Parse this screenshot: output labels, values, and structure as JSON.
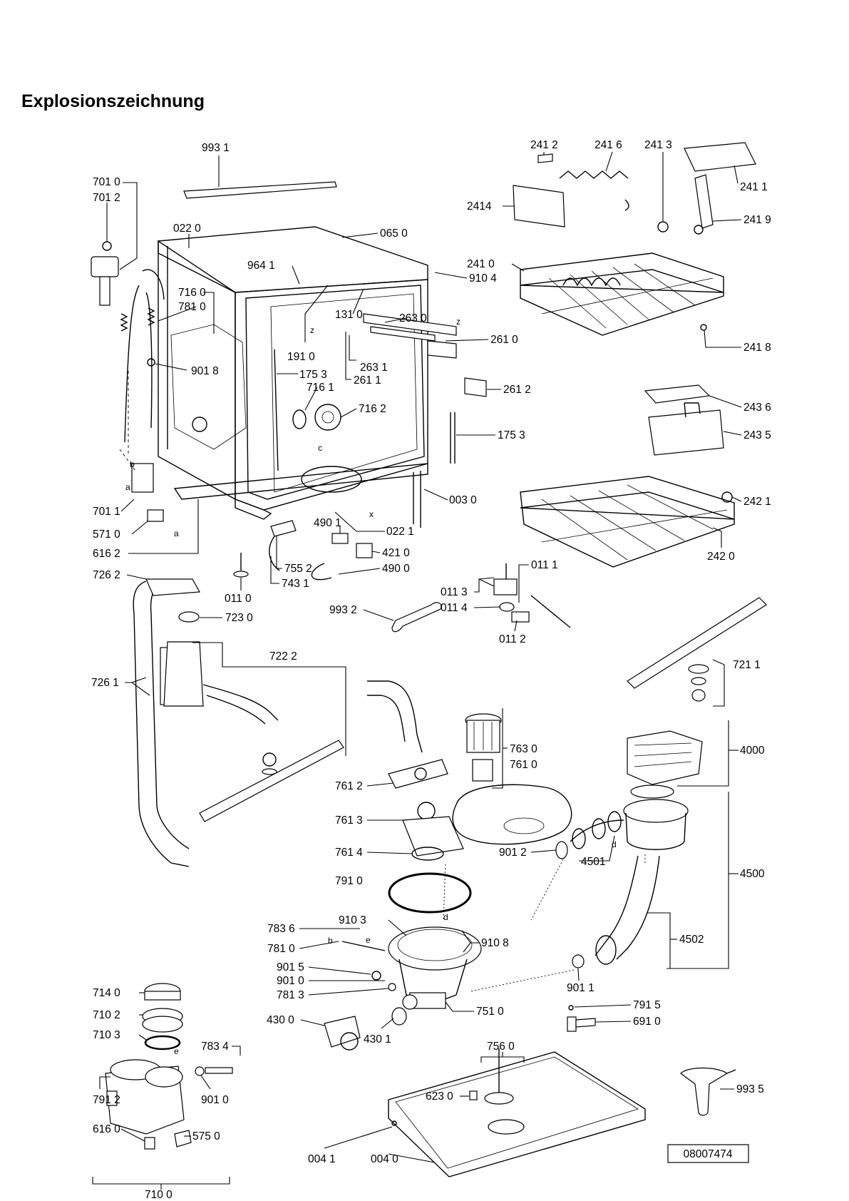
{
  "title": "Explosionszeichnung",
  "doc_number": "08007474",
  "letters": [
    "b",
    "a",
    "a",
    "c",
    "x",
    "z",
    "z",
    "e",
    "b",
    "d",
    "d",
    "e"
  ],
  "labels": [
    "993 1",
    "701 0",
    "701 2",
    "022 0",
    "065 0",
    "964 1",
    "910 4",
    "716 0",
    "781 0",
    "131 0",
    "263 0",
    "261 0",
    "191 0",
    "263 1",
    "261 1",
    "901 8",
    "175 3",
    "716 1",
    "716 2",
    "261 2",
    "175 3",
    "003 0",
    "701 1",
    "571 0",
    "616 2",
    "490 1",
    "421 0",
    "022 1",
    "490 0",
    "755 2",
    "743 1",
    "011 0",
    "726 2",
    "723 0",
    "993 2",
    "011 3",
    "011 4",
    "011 1",
    "011 2",
    "241 2",
    "241 6",
    "241 3",
    "241 1",
    "2414",
    "241 9",
    "241 0",
    "241 8",
    "243 6",
    "243 5",
    "242 1",
    "242 0",
    "722 2",
    "726 1",
    "721 1",
    "763 0",
    "761 0",
    "4000",
    "761 2",
    "761 3",
    "901 2",
    "4501",
    "761 4",
    "4500",
    "791 0",
    "910 3",
    "783 6",
    "910 8",
    "781 0",
    "4502",
    "901 5",
    "901 0",
    "901 1",
    "781 3",
    "751 0",
    "714 0",
    "710 2",
    "791 5",
    "691 0",
    "430 0",
    "430 1",
    "710 3",
    "783 4",
    "756 0",
    "901 0",
    "993 5",
    "791 2",
    "623 0",
    "575 0",
    "616 0",
    "004 1",
    "004 0",
    "710 0"
  ]
}
